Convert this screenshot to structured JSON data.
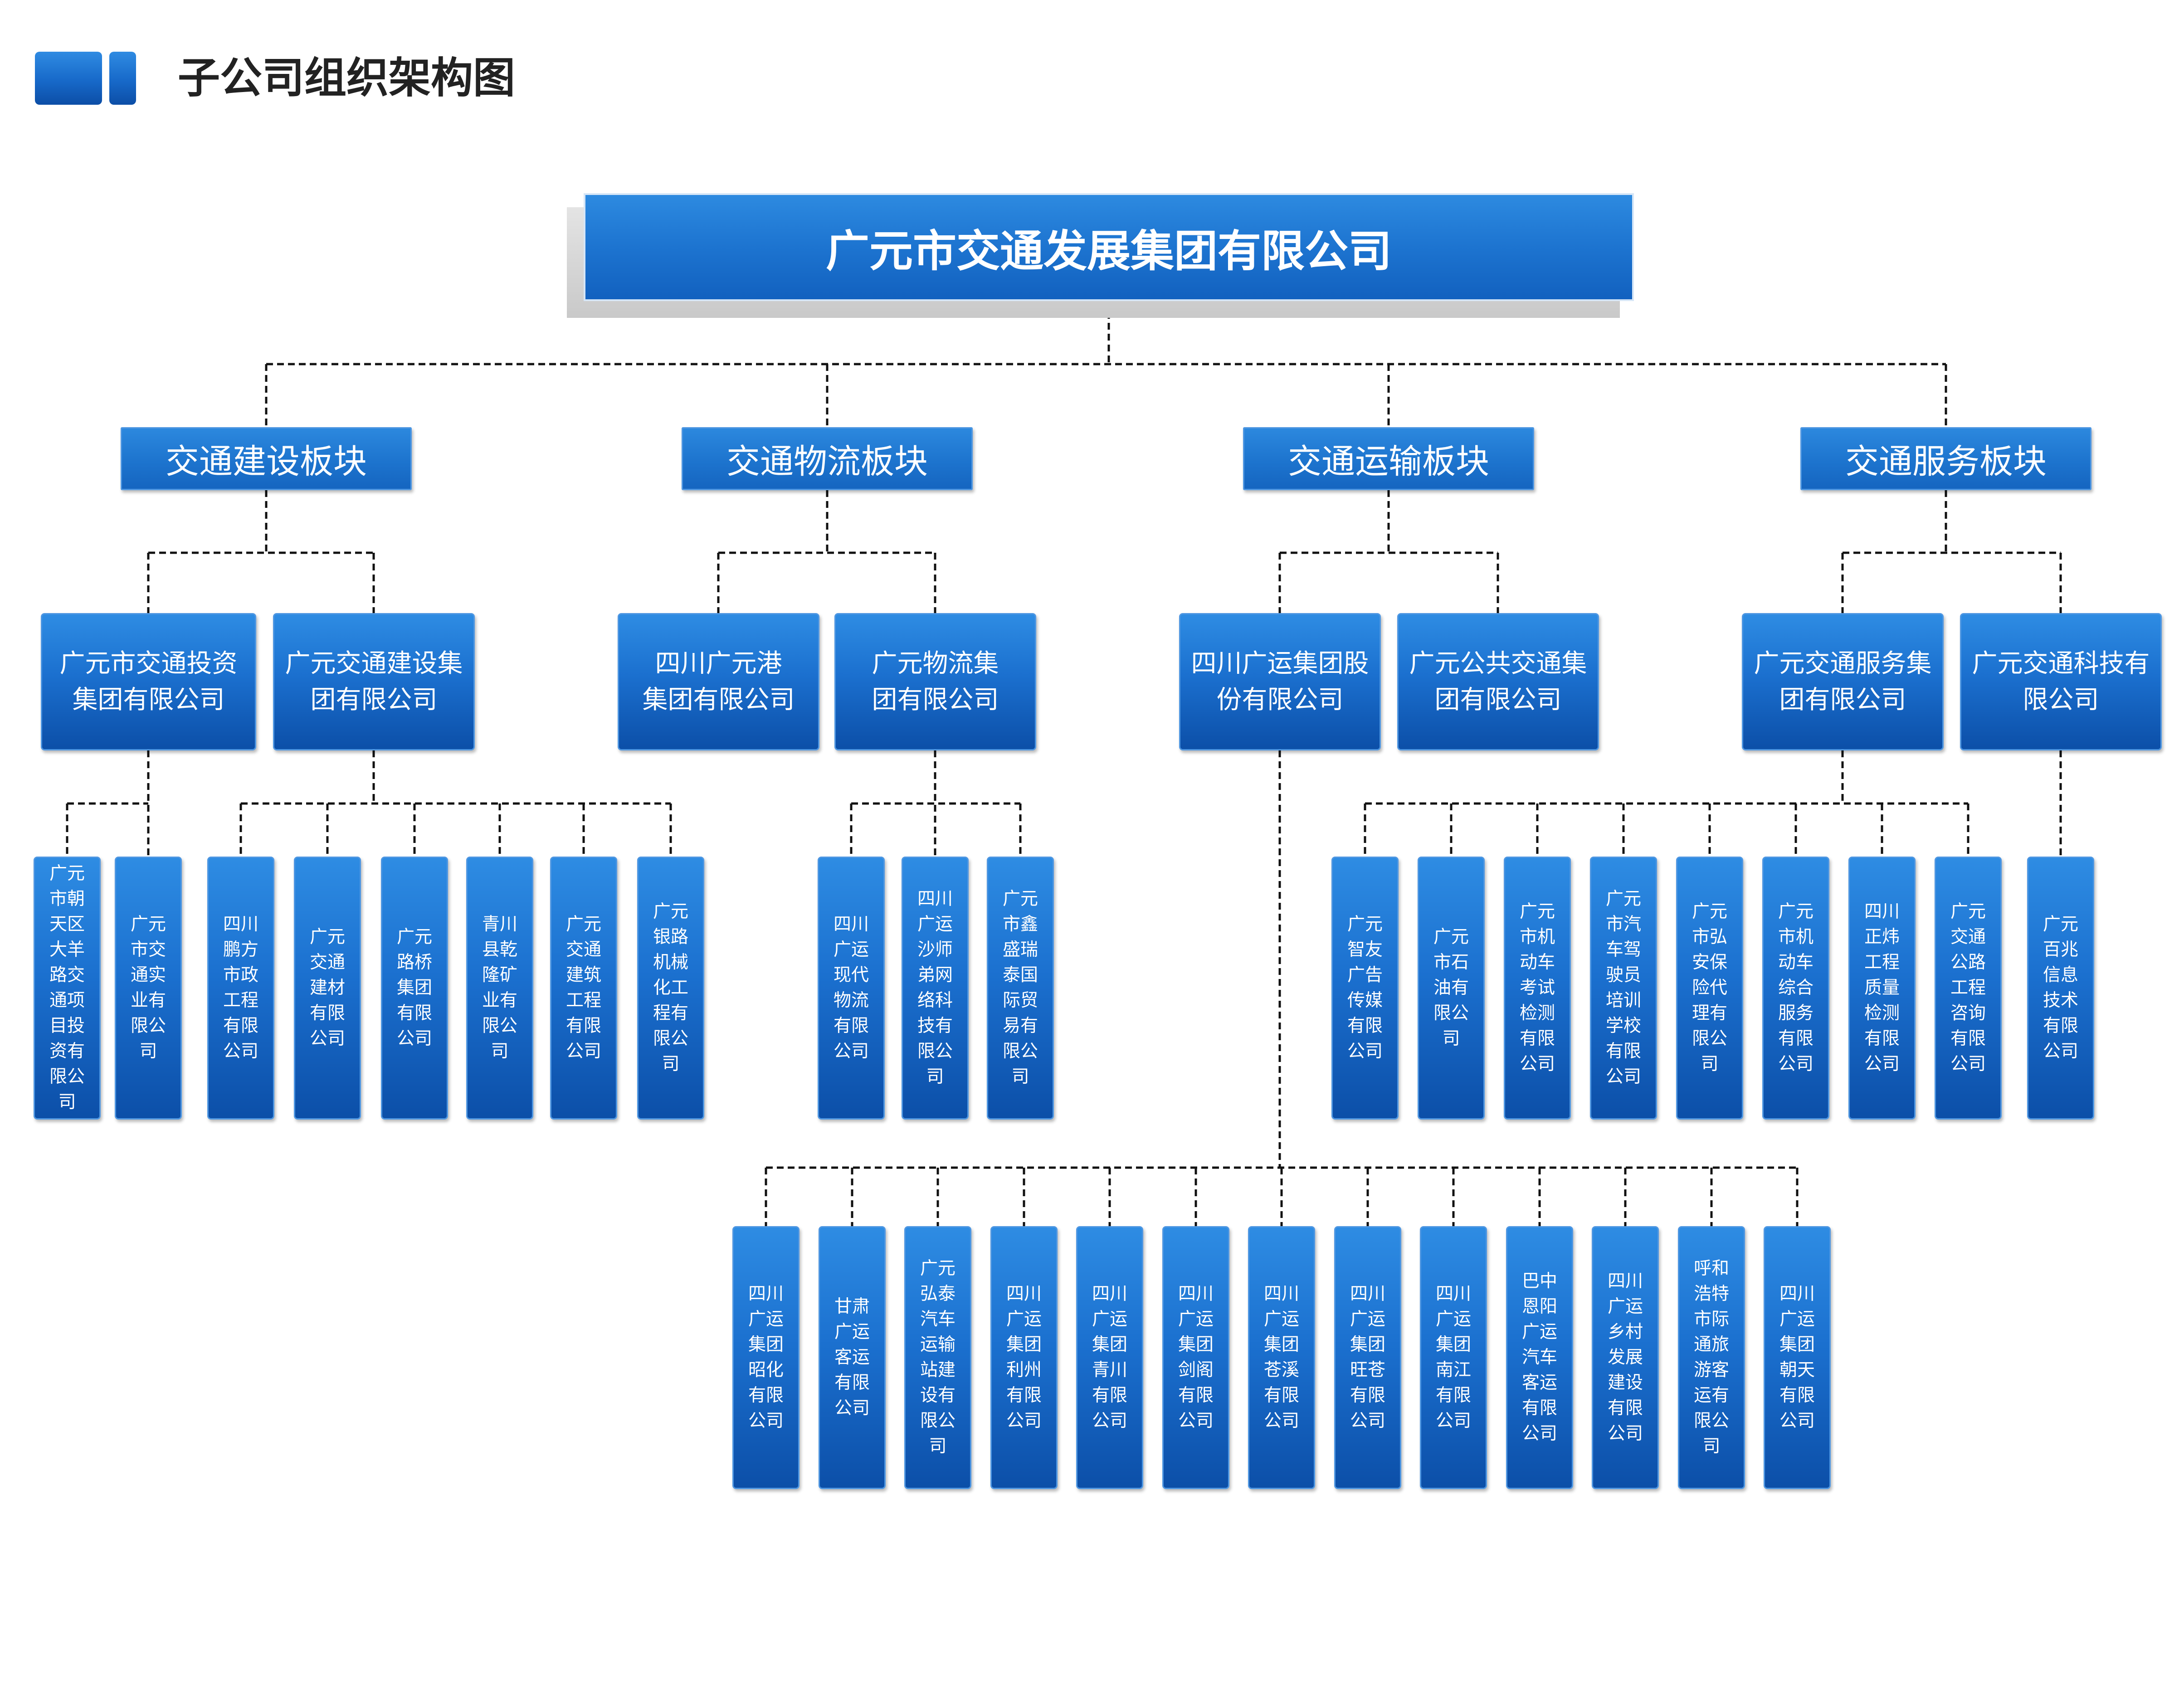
{
  "header": {
    "title": "子公司组织架构图"
  },
  "root": {
    "name": "广元市交通发展集团有限公司"
  },
  "sectors": [
    {
      "name": "交通建设板块",
      "companies": [
        {
          "name_lines": [
            "广元市交通投资",
            "集团有限公司"
          ],
          "subsidiaries": [
            "广元市朝天区大羊路交通项目投资有限公司",
            "广元市交通实业有限公司"
          ]
        },
        {
          "name_lines": [
            "广元交通建设集",
            "团有限公司"
          ],
          "subsidiaries": [
            "四川鹏方市政工程有限公司",
            "广元交通建材有限公司",
            "广元路桥集团有限公司",
            "青川县乾隆矿业有限公司",
            "广元交通建筑工程有限公司",
            "广元银路机械化工程有限公司"
          ]
        }
      ]
    },
    {
      "name": "交通物流板块",
      "companies": [
        {
          "name_lines": [
            "四川广元港",
            "集团有限公司"
          ],
          "subsidiaries": []
        },
        {
          "name_lines": [
            "广元物流集",
            "团有限公司"
          ],
          "subsidiaries": [
            "四川广运现代物流有限公司",
            "四川广运沙师弟网络科技有限公司",
            "广元市鑫盛瑞泰国际贸易有限公司"
          ]
        }
      ]
    },
    {
      "name": "交通运输板块",
      "companies": [
        {
          "name_lines": [
            "四川广运集团股",
            "份有限公司"
          ],
          "subsidiaries": [
            "四川广运集团昭化有限公司",
            "甘肃广运客运有限公司",
            "广元弘泰汽车运输站建设有限公司",
            "四川广运集团利州有限公司",
            "四川广运集团青川有限公司",
            "四川广运集团剑阁有限公司",
            "四川广运集团苍溪有限公司",
            "四川广运集团旺苍有限公司",
            "四川广运集团南江有限公司",
            "巴中恩阳广运汽车客运有限公司",
            "四川广运乡村发展建设有限公司",
            "呼和浩特市际通旅游客运有限公司",
            "四川广运集团朝天有限公司"
          ]
        },
        {
          "name_lines": [
            "广元公共交通集",
            "团有限公司"
          ],
          "subsidiaries": []
        }
      ]
    },
    {
      "name": "交通服务板块",
      "companies": [
        {
          "name_lines": [
            "广元交通服务集",
            "团有限公司"
          ],
          "subsidiaries": [
            "广元智友广告传媒有限公司",
            "广元市石油有限公司",
            "广元市机动车考试检测有限公司",
            "广元市汽车驾驶员培训学校有限公司",
            "广元市弘安保险代理有限公司",
            "广元市机动车综合服务有限公司",
            "四川正炜工程质量检测有限公司",
            "广元交通公路工程咨询有限公司"
          ]
        },
        {
          "name_lines": [
            "广元交通科技有",
            "限公司"
          ],
          "subsidiaries": [
            "广元百兆信息技术有限公司"
          ]
        }
      ]
    }
  ],
  "colors": {
    "box_top": "#2e8ce3",
    "box_bottom": "#0c4fa8",
    "connector": "#111111",
    "title_text": "#222222"
  }
}
